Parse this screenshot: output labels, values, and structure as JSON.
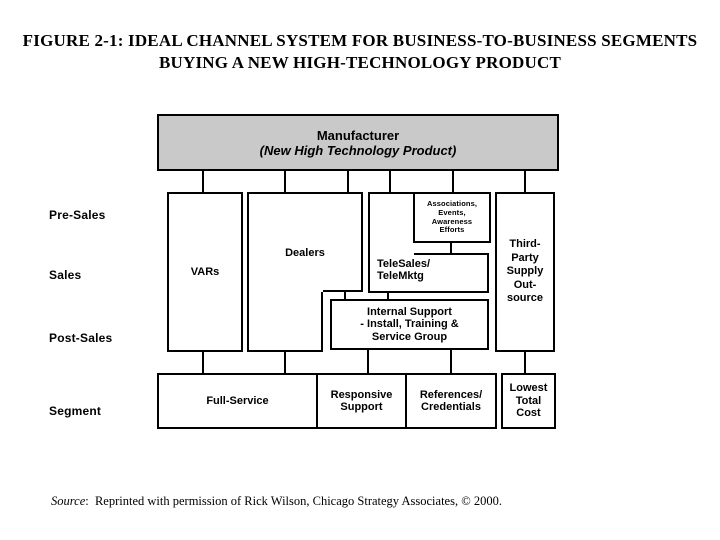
{
  "title": {
    "line1": "FIGURE 2-1: IDEAL CHANNEL SYSTEM FOR BUSINESS-TO-BUSINESS SEGMENTS",
    "line2": "BUYING A NEW HIGH-TECHNOLOGY PRODUCT"
  },
  "manufacturer": {
    "name": "Manufacturer",
    "subtitle": "(New High Technology Product)"
  },
  "row_labels": {
    "pre_sales": "Pre-Sales",
    "sales": "Sales",
    "post_sales": "Post-Sales",
    "segment": "Segment"
  },
  "boxes": {
    "vars": {
      "label": "VARs"
    },
    "dealers": {
      "label": "Dealers"
    },
    "telesales": {
      "lines": [
        "TeleSales/",
        "TeleMktg"
      ]
    },
    "associations": {
      "lines": [
        "Associations,",
        "Events,",
        "Awareness",
        "Efforts"
      ]
    },
    "internal_support": {
      "lines": [
        "Internal Support",
        "- Install, Training &",
        "Service Group"
      ]
    },
    "third_party": {
      "lines": [
        "Third-",
        "Party",
        "Supply",
        "Out-",
        "source"
      ]
    }
  },
  "segments": [
    {
      "id": "full-service",
      "lines": [
        "Full-Service"
      ]
    },
    {
      "id": "responsive-support",
      "lines": [
        "Responsive",
        "Support"
      ]
    },
    {
      "id": "references-credentials",
      "lines": [
        "References/",
        "Credentials"
      ]
    },
    {
      "id": "lowest-total-cost",
      "lines": [
        "Lowest",
        "Total",
        "Cost"
      ]
    }
  ],
  "source": {
    "label": "Source",
    "text": ":  Reprinted with permission of Rick Wilson, Chicago Strategy Associates, © 2000."
  },
  "colors": {
    "manufacturer_fill": "#C9C9C9",
    "line": "#000000",
    "background": "#FFFFFF"
  }
}
